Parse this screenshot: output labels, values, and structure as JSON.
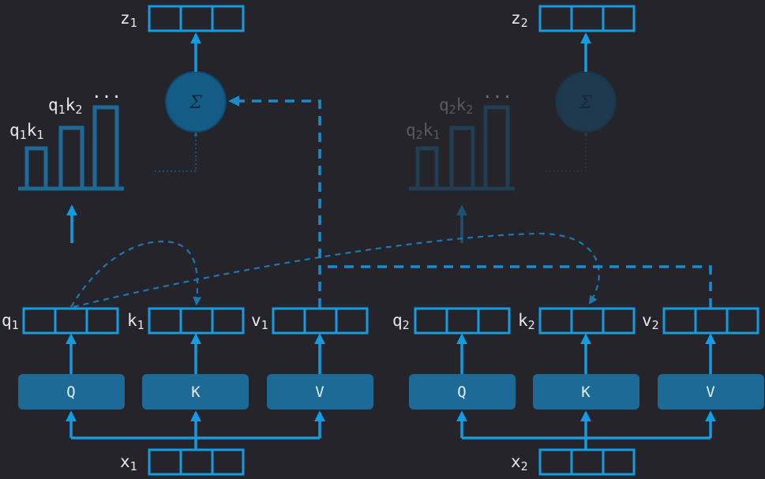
{
  "colors": {
    "background": "#25242b",
    "vector_stroke": "#149ce0",
    "projection_fill": "#1d6a96",
    "sigma_fill": "#145b86",
    "text": "#e8e8ee"
  },
  "blocks": [
    {
      "id": "token1",
      "input": {
        "base": "x",
        "sub": "1"
      },
      "query": {
        "base": "q",
        "sub": "1"
      },
      "key": {
        "base": "k",
        "sub": "1"
      },
      "value": {
        "base": "v",
        "sub": "1"
      },
      "output": {
        "base": "z",
        "sub": "1"
      },
      "projections": {
        "q": "Q",
        "k": "K",
        "v": "V"
      },
      "scores": [
        {
          "q": {
            "base": "q",
            "sub": "1"
          },
          "k": {
            "base": "k",
            "sub": "1"
          }
        },
        {
          "q": {
            "base": "q",
            "sub": "1"
          },
          "k": {
            "base": "k",
            "sub": "2"
          }
        }
      ],
      "ellipsis": "...",
      "sigma": "Σ",
      "faded": false
    },
    {
      "id": "token2",
      "input": {
        "base": "x",
        "sub": "2"
      },
      "query": {
        "base": "q",
        "sub": "2"
      },
      "key": {
        "base": "k",
        "sub": "2"
      },
      "value": {
        "base": "v",
        "sub": "2"
      },
      "output": {
        "base": "z",
        "sub": "2"
      },
      "projections": {
        "q": "Q",
        "k": "K",
        "v": "V"
      },
      "scores": [
        {
          "q": {
            "base": "q",
            "sub": "2"
          },
          "k": {
            "base": "k",
            "sub": "1"
          }
        },
        {
          "q": {
            "base": "q",
            "sub": "2"
          },
          "k": {
            "base": "k",
            "sub": "2"
          }
        }
      ],
      "ellipsis": "...",
      "sigma": "Σ",
      "faded": true
    }
  ]
}
